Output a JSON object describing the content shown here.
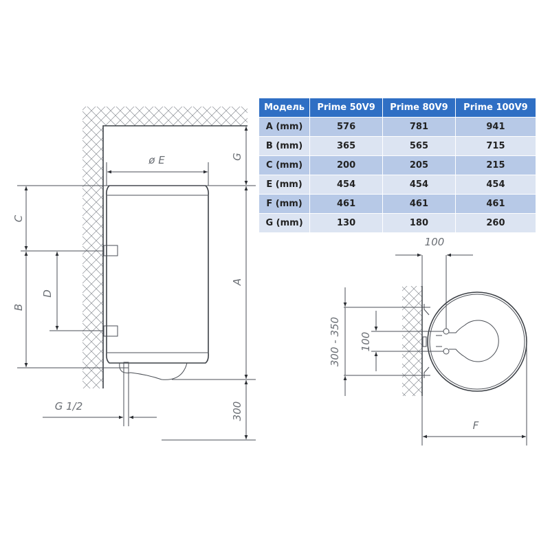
{
  "table": {
    "headers": [
      "Модель",
      "Prime 50V9",
      "Prime 80V9",
      "Prime 100V9"
    ],
    "rows": [
      [
        "A (mm)",
        "576",
        "781",
        "941"
      ],
      [
        "B (mm)",
        "365",
        "565",
        "715"
      ],
      [
        "C (mm)",
        "200",
        "205",
        "215"
      ],
      [
        "E (mm)",
        "454",
        "454",
        "454"
      ],
      [
        "F (mm)",
        "461",
        "461",
        "461"
      ],
      [
        "G (mm)",
        "130",
        "180",
        "260"
      ]
    ]
  },
  "side_view": {
    "label_e": "ø E",
    "label_g": "G",
    "label_a": "A",
    "label_300": "300",
    "label_c": "C",
    "label_b": "B",
    "label_d": "D",
    "label_pipe": "G 1/2"
  },
  "top_view": {
    "label_100_top": "100",
    "label_300_350": "300 - 350",
    "label_100_side": "100",
    "label_f": "F"
  },
  "colors": {
    "header": "#2f6fc4",
    "row_odd": "#b7c9e7",
    "row_even": "#dce4f2",
    "lines": "#4a4e55"
  }
}
